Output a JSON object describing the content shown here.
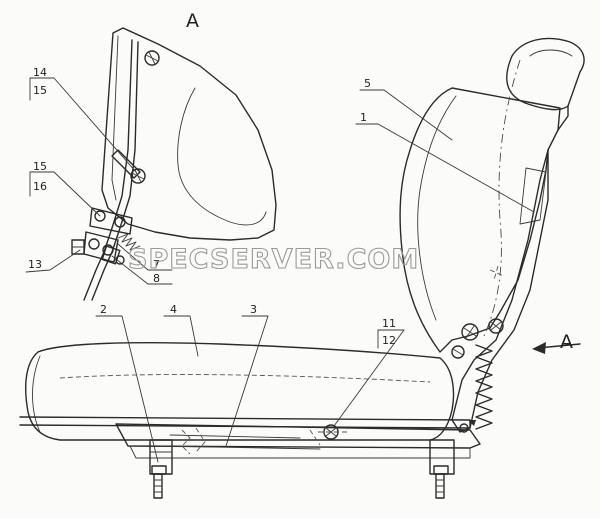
{
  "view": {
    "view_label": "A",
    "arrow_label": "A"
  },
  "callouts": [
    {
      "id": "c1",
      "text": "1"
    },
    {
      "id": "c2",
      "text": "2"
    },
    {
      "id": "c3",
      "text": "3"
    },
    {
      "id": "c4",
      "text": "4"
    },
    {
      "id": "c5",
      "text": "5"
    },
    {
      "id": "c7",
      "text": "7"
    },
    {
      "id": "c8",
      "text": "8"
    },
    {
      "id": "c11",
      "text": "11"
    },
    {
      "id": "c12",
      "text": "12"
    },
    {
      "id": "c13",
      "text": "13"
    },
    {
      "id": "c14",
      "text": "14"
    },
    {
      "id": "c15a",
      "text": "15"
    },
    {
      "id": "c15b",
      "text": "15"
    },
    {
      "id": "c16",
      "text": "16"
    }
  ],
  "watermark": "SPECSERVER.COM"
}
